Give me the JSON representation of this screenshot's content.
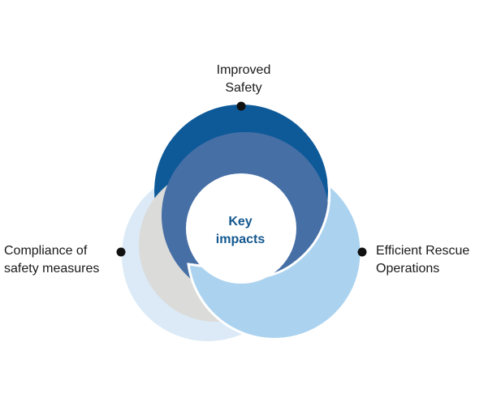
{
  "diagram": {
    "center": {
      "line1": "Key",
      "line2": "impacts"
    },
    "items": [
      {
        "line1": "Improved",
        "line2": "Safety"
      },
      {
        "line1": "Compliance of",
        "line2": "safety measures"
      },
      {
        "line1": "Efficient Rescue",
        "line2": "Operations"
      }
    ]
  },
  "colors": {
    "dark_blue": "#0e5a99",
    "mid_blue": "#466fa6",
    "light_blue": "#abd3f0",
    "pale_blue": "#dbeaf6",
    "gray": "#dbdbd9",
    "center_text": "#14588f",
    "dot": "#111111"
  }
}
